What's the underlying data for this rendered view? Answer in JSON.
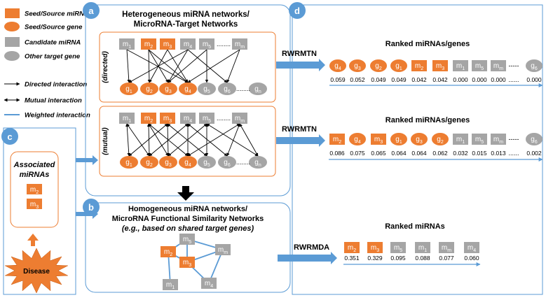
{
  "legend": {
    "items": [
      {
        "shape": "orange-rect",
        "label": "Seed/Source miRNA"
      },
      {
        "shape": "orange-ellipse",
        "label": "Seed/Source gene"
      },
      {
        "shape": "gray-rect",
        "label": "Candidate miRNA"
      },
      {
        "shape": "gray-ellipse",
        "label": "Other target gene"
      },
      {
        "shape": "arrow-directed",
        "label": "Directed interaction"
      },
      {
        "shape": "arrow-mutual",
        "label": "Mutual interaction"
      },
      {
        "shape": "blue-line",
        "label": "Weighted interaction"
      }
    ]
  },
  "colors": {
    "orange": "#ED7D31",
    "gray": "#A5A5A5",
    "blue": "#5B9BD5",
    "dark_orange": "#C55A11"
  },
  "panels": {
    "a": {
      "badge": "a",
      "title_line1": "Heterogeneous miRNA networks/",
      "title_line2": "MicroRNA-Target Networks",
      "directed_label": "(directed)",
      "mutual_label": "(mutual)"
    },
    "b": {
      "badge": "b",
      "title_line1": "Homogeneous miRNA networks/",
      "title_line2": "MicroRNA Functional Similarity Networks",
      "title_line3": "(e.g., based on shared target genes)"
    },
    "c": {
      "badge": "c",
      "assoc_line1": "Associated",
      "assoc_line2": "miRNAs",
      "disease": "Disease"
    },
    "d": {
      "badge": "d"
    }
  },
  "network_nodes": {
    "mirnas": [
      {
        "base": "m",
        "sub": "1",
        "kind": "gray"
      },
      {
        "base": "m",
        "sub": "2",
        "kind": "orange"
      },
      {
        "base": "m",
        "sub": "3",
        "kind": "orange"
      },
      {
        "base": "m",
        "sub": "4",
        "kind": "gray"
      },
      {
        "base": "m",
        "sub": "5",
        "kind": "gray"
      },
      {
        "base": "m",
        "sub": "m",
        "kind": "gray"
      }
    ],
    "genes": [
      {
        "base": "g",
        "sub": "1",
        "kind": "orange"
      },
      {
        "base": "g",
        "sub": "2",
        "kind": "orange"
      },
      {
        "base": "g",
        "sub": "3",
        "kind": "orange"
      },
      {
        "base": "g",
        "sub": "4",
        "kind": "orange"
      },
      {
        "base": "g",
        "sub": "5",
        "kind": "gray"
      },
      {
        "base": "g",
        "sub": "6",
        "kind": "gray"
      },
      {
        "base": "g",
        "sub": "n",
        "kind": "gray"
      }
    ],
    "ellipsis": "........"
  },
  "associated_mirnas": [
    {
      "base": "m",
      "sub": "2"
    },
    {
      "base": "m",
      "sub": "3"
    }
  ],
  "homogeneous_nodes": [
    {
      "base": "m",
      "sub": "2",
      "kind": "orange"
    },
    {
      "base": "m",
      "sub": "5",
      "kind": "gray"
    },
    {
      "base": "m",
      "sub": "m",
      "kind": "gray"
    },
    {
      "base": "m",
      "sub": "3",
      "kind": "orange"
    },
    {
      "base": "m",
      "sub": "1",
      "kind": "gray"
    },
    {
      "base": "m",
      "sub": "4",
      "kind": "gray"
    }
  ],
  "methods": {
    "rwrmtn1": "RWRMTN",
    "rwrmtn2": "RWRMTN",
    "rwrmda": "RWRMDA"
  },
  "rankings": [
    {
      "title": "Ranked miRNAs/genes",
      "items": [
        {
          "shape": "ellipse",
          "kind": "orange",
          "base": "g",
          "sub": "4",
          "score": "0.059"
        },
        {
          "shape": "ellipse",
          "kind": "orange",
          "base": "g",
          "sub": "3",
          "score": "0.052"
        },
        {
          "shape": "ellipse",
          "kind": "orange",
          "base": "g",
          "sub": "2",
          "score": "0.049"
        },
        {
          "shape": "ellipse",
          "kind": "orange",
          "base": "g",
          "sub": "1",
          "score": "0.049"
        },
        {
          "shape": "rect",
          "kind": "orange",
          "base": "m",
          "sub": "2",
          "score": "0.042"
        },
        {
          "shape": "rect",
          "kind": "orange",
          "base": "m",
          "sub": "3",
          "score": "0.042"
        },
        {
          "shape": "rect",
          "kind": "gray",
          "base": "m",
          "sub": "1",
          "score": "0.000"
        },
        {
          "shape": "rect",
          "kind": "gray",
          "base": "m",
          "sub": "5",
          "score": "0.000"
        },
        {
          "shape": "rect",
          "kind": "gray",
          "base": "m",
          "sub": "m",
          "score": "0.000"
        },
        {
          "shape": "ellipse",
          "kind": "gray",
          "base": "g",
          "sub": "6",
          "score": "0.000"
        }
      ],
      "gap_label": "-----",
      "gap_score": "......"
    },
    {
      "title": "Ranked miRNAs/genes",
      "items": [
        {
          "shape": "rect",
          "kind": "orange",
          "base": "m",
          "sub": "2",
          "score": "0.086"
        },
        {
          "shape": "ellipse",
          "kind": "orange",
          "base": "g",
          "sub": "4",
          "score": "0.075"
        },
        {
          "shape": "rect",
          "kind": "orange",
          "base": "m",
          "sub": "3",
          "score": "0.065"
        },
        {
          "shape": "ellipse",
          "kind": "orange",
          "base": "g",
          "sub": "1",
          "score": "0.064"
        },
        {
          "shape": "ellipse",
          "kind": "orange",
          "base": "g",
          "sub": "3",
          "score": "0.064"
        },
        {
          "shape": "ellipse",
          "kind": "orange",
          "base": "g",
          "sub": "2",
          "score": "0.062"
        },
        {
          "shape": "rect",
          "kind": "gray",
          "base": "m",
          "sub": "1",
          "score": "0.032"
        },
        {
          "shape": "rect",
          "kind": "gray",
          "base": "m",
          "sub": "5",
          "score": "0.015"
        },
        {
          "shape": "rect",
          "kind": "gray",
          "base": "m",
          "sub": "m",
          "score": "0.013"
        },
        {
          "shape": "ellipse",
          "kind": "gray",
          "base": "g",
          "sub": "6",
          "score": "0.002"
        }
      ],
      "gap_label": "-----",
      "gap_score": "......"
    },
    {
      "title": "Ranked miRNAs",
      "items": [
        {
          "shape": "rect",
          "kind": "orange",
          "base": "m",
          "sub": "2",
          "score": "0.351"
        },
        {
          "shape": "rect",
          "kind": "orange",
          "base": "m",
          "sub": "3",
          "score": "0.329"
        },
        {
          "shape": "rect",
          "kind": "gray",
          "base": "m",
          "sub": "5",
          "score": "0.095"
        },
        {
          "shape": "rect",
          "kind": "gray",
          "base": "m",
          "sub": "1",
          "score": "0.088"
        },
        {
          "shape": "rect",
          "kind": "gray",
          "base": "m",
          "sub": "m",
          "score": "0.077"
        },
        {
          "shape": "rect",
          "kind": "gray",
          "base": "m",
          "sub": "4",
          "score": "0.060"
        }
      ]
    }
  ]
}
